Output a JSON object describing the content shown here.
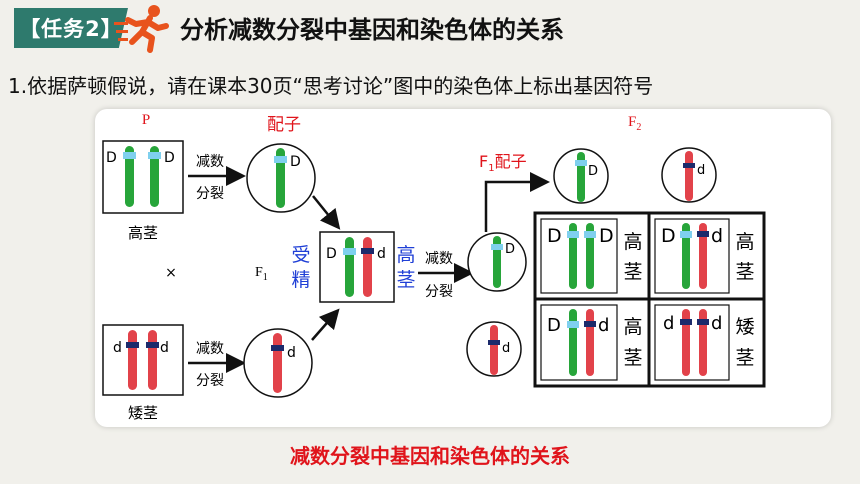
{
  "header": {
    "task_tag": "【任务2】",
    "title": "分析减数分裂中基因和染色体的关系"
  },
  "instruction": "1.依据萨顿假说，请在课本30页“思考讨论”图中的染色体上标出基因符号",
  "diagram": {
    "p_label": "P",
    "gamete_label": "配子",
    "f1_label": "F",
    "f1_sub": "1",
    "f2_label": "F",
    "f2_sub": "2",
    "f1_gamete_label": "配子",
    "tall_label": "高茎",
    "dwarf_label": "矮茎",
    "cross_symbol": "×",
    "meiosis_top": "减数",
    "meiosis_bottom": "分裂",
    "fertilization_1": "受",
    "fertilization_2": "精",
    "f1_tall_1": "高",
    "f1_tall_2": "茎",
    "gene_D": "D",
    "gene_d": "d",
    "grid_top_left": [
      "高",
      "茎"
    ],
    "grid_top_right": [
      "高",
      "茎"
    ],
    "grid_bottom_left": [
      "高",
      "茎"
    ],
    "grid_bottom_right": [
      "矮",
      "茎"
    ]
  },
  "footer": "减数分裂中基因和染色体的关系",
  "colors": {
    "green_chromosome": "#27a53a",
    "red_chromosome": "#e2424a",
    "dominant_band": "#7fd0ee",
    "recessive_band": "#1c2a6b",
    "accent_red": "#e0141b",
    "accent_blue": "#1f3fd6",
    "tag_bg": "#2e7a6d"
  }
}
